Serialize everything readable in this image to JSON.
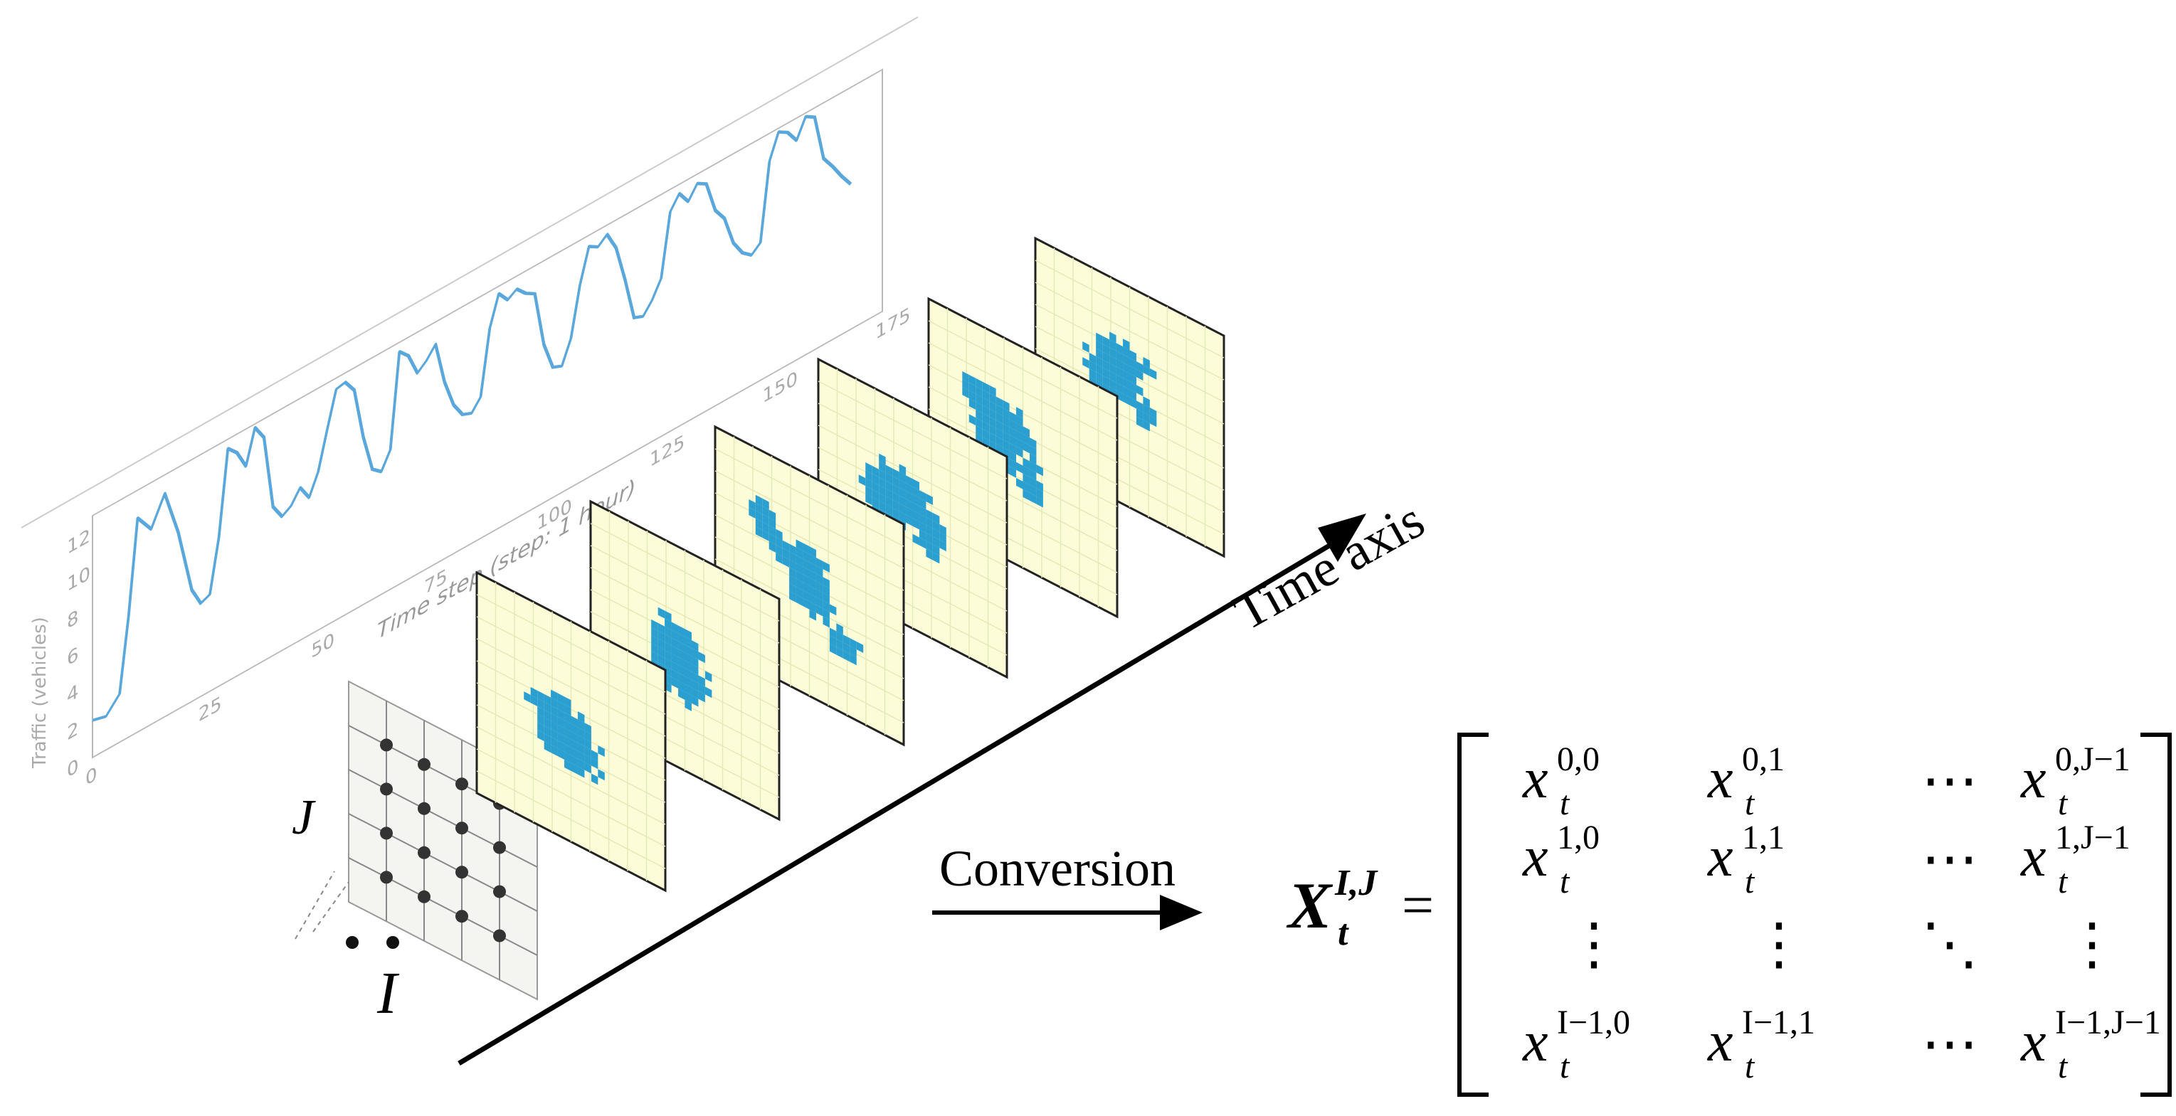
{
  "chart_axis": {
    "x_ticks": [
      "0",
      "25",
      "50",
      "75",
      "100",
      "125",
      "150",
      "175"
    ],
    "y_ticks": [
      "0",
      "2",
      "4",
      "6",
      "8",
      "10",
      "12"
    ],
    "xlabel": "Time step (step: 1 hour)",
    "ylabel": "Traffic (vehicles)"
  },
  "chart_data": {
    "type": "line",
    "xlabel": "Time step (step: 1 hour)",
    "ylabel": "Traffic (vehicles)",
    "xlim": [
      0,
      175
    ],
    "ylim": [
      0,
      13
    ],
    "x_ticks": [
      0,
      25,
      50,
      75,
      100,
      125,
      150,
      175
    ],
    "y_ticks": [
      0,
      2,
      4,
      6,
      8,
      10,
      12
    ],
    "x": [
      0,
      3,
      6,
      8,
      10,
      13,
      16,
      19,
      22,
      24,
      26,
      28,
      30,
      32,
      34,
      36,
      38,
      40,
      42,
      44,
      46,
      48,
      50,
      52,
      54,
      56,
      58,
      60,
      62,
      64,
      66,
      68,
      70,
      72,
      74,
      76,
      78,
      80,
      82,
      84,
      86,
      88,
      90,
      92,
      94,
      96,
      98,
      100,
      102,
      104,
      106,
      108,
      110,
      112,
      114,
      116,
      118,
      120,
      122,
      124,
      126,
      128,
      130,
      132,
      134,
      136,
      138,
      140,
      142,
      144,
      146,
      148,
      150,
      152,
      154,
      156,
      158,
      160,
      162,
      164,
      166,
      168
    ],
    "values": [
      2.0,
      1.8,
      2.6,
      6.5,
      11.5,
      10.5,
      12.0,
      9.5,
      6.0,
      5.0,
      5.2,
      8.0,
      12.5,
      12.0,
      11.0,
      12.8,
      12.0,
      8.0,
      7.2,
      7.5,
      8.2,
      7.4,
      8.5,
      10.5,
      12.4,
      12.5,
      11.8,
      9.0,
      7.0,
      6.6,
      7.5,
      12.5,
      12.0,
      10.8,
      11.2,
      11.8,
      9.5,
      8.0,
      7.2,
      7.0,
      7.6,
      11.0,
      12.6,
      12.0,
      12.3,
      11.8,
      11.5,
      8.5,
      7.0,
      6.8,
      8.0,
      10.6,
      12.4,
      12.1,
      12.5,
      11.5,
      9.5,
      7.2,
      7.0,
      7.6,
      8.5,
      11.8,
      12.5,
      11.8,
      12.5,
      12.2,
      10.5,
      9.8,
      8.2,
      7.4,
      7.0,
      7.4,
      11.5,
      12.8,
      12.5,
      11.8,
      12.8,
      12.5,
      10.0,
      9.3,
      8.5,
      7.8
    ]
  },
  "labels": {
    "time_axis": "Time axis",
    "j_label": "J",
    "i_label": "I",
    "conversion": "Conversion"
  },
  "formula": {
    "lhs_symbol": "X",
    "lhs_sup": "I,J",
    "lhs_sub": "t",
    "equals": "=",
    "rows": [
      [
        {
          "base": "x",
          "sup": "0,0",
          "sub": "t"
        },
        {
          "base": "x",
          "sup": "0,1",
          "sub": "t"
        },
        {
          "sym": "⋯"
        },
        {
          "base": "x",
          "sup": "0,J−1",
          "sub": "t"
        }
      ],
      [
        {
          "base": "x",
          "sup": "1,0",
          "sub": "t"
        },
        {
          "base": "x",
          "sup": "1,1",
          "sub": "t"
        },
        {
          "sym": "⋯"
        },
        {
          "base": "x",
          "sup": "1,J−1",
          "sub": "t"
        }
      ],
      [
        {
          "sym": "⋮"
        },
        {
          "sym": "⋮"
        },
        {
          "sym": "⋱"
        },
        {
          "sym": "⋮"
        }
      ],
      [
        {
          "base": "x",
          "sup": "I−1,0",
          "sub": "t"
        },
        {
          "base": "x",
          "sup": "I−1,1",
          "sub": "t"
        },
        {
          "sym": "⋯"
        },
        {
          "base": "x",
          "sup": "I−1,J−1",
          "sub": "t"
        }
      ]
    ]
  },
  "colors": {
    "line": "#5aa7dc",
    "heat": "#2a9fd0",
    "panel_bg": "#fcfdd8",
    "panel_grid": "#e6e8b8"
  }
}
